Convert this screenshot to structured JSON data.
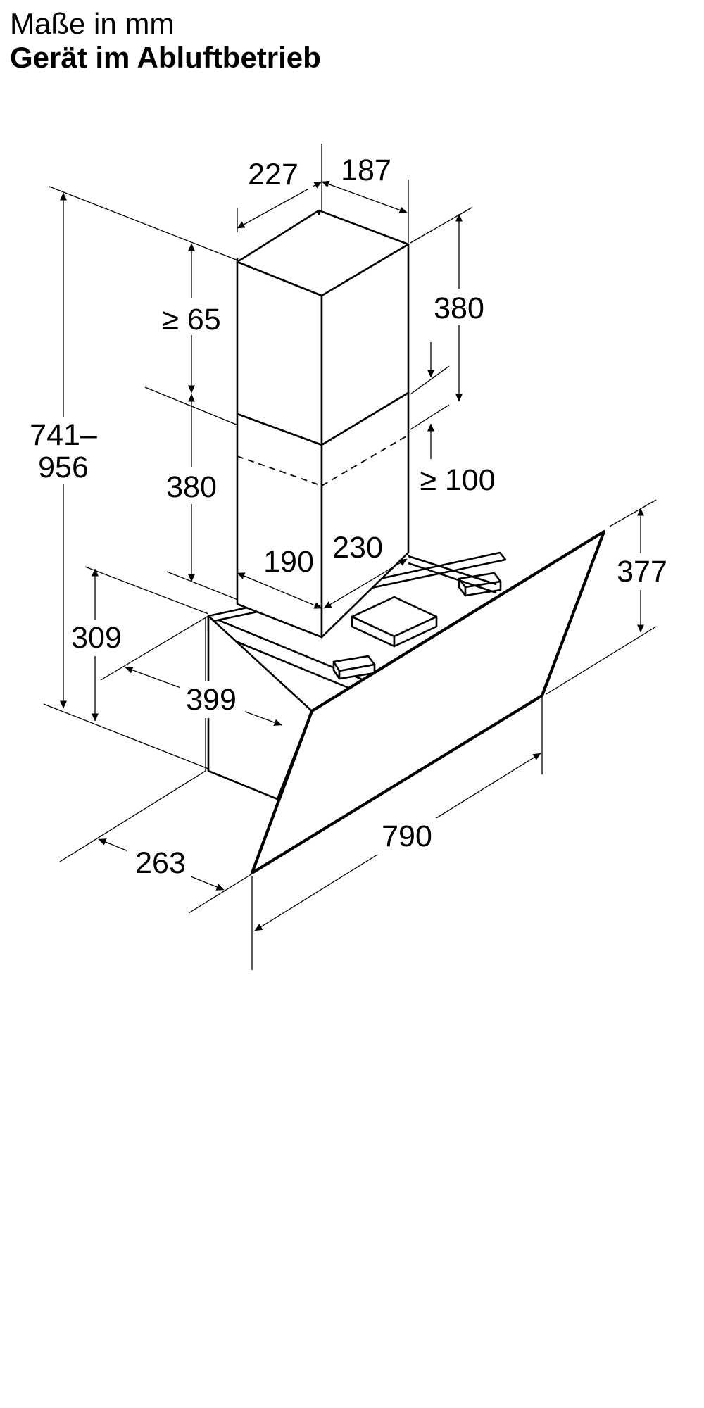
{
  "title": {
    "units": "Maße in mm",
    "mode": "Gerät im Abluftbetrieb"
  },
  "dimensions": {
    "chimney_width": "227",
    "chimney_depth": "187",
    "upper_min_gap": "≥ 65",
    "upper_section_left": "380",
    "upper_section_right": "380",
    "overlap_min": "≥ 100",
    "total_height_from": "741–",
    "total_height_to": "956",
    "lower_width": "190",
    "lower_depth": "230",
    "body_height": "309",
    "body_depth": "399",
    "glass_height": "377",
    "base_depth": "263",
    "overall_width": "790"
  },
  "colors": {
    "line": "#000000",
    "background": "#ffffff"
  }
}
